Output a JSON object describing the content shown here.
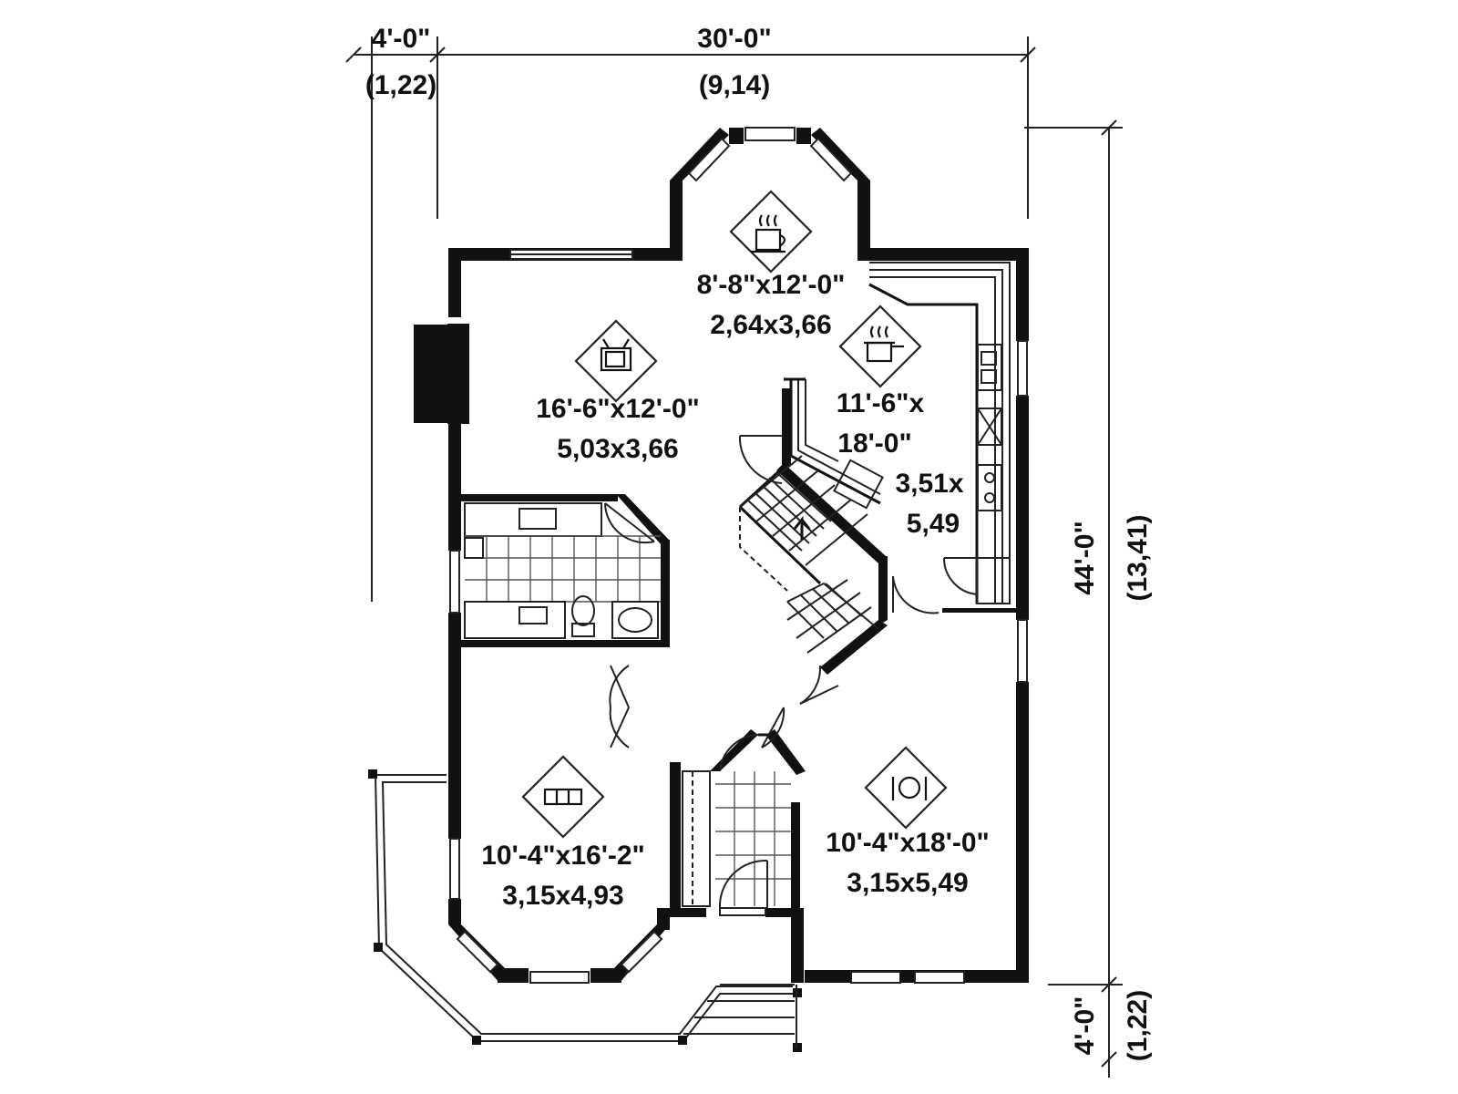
{
  "dimensions": {
    "top_left_imperial": "4'-0\"",
    "top_left_metric": "(1,22)",
    "top_main_imperial": "30'-0\"",
    "top_main_metric": "(9,14)",
    "right_main_imperial": "44'-0\"",
    "right_main_metric": "(13,41)",
    "right_bottom_imperial": "4'-0\"",
    "right_bottom_metric": "(1,22)"
  },
  "rooms": {
    "dinette": {
      "icon": "coffee-cup-icon",
      "imperial": "8'-8\"x12'-0\"",
      "metric": "2,64x3,66"
    },
    "living": {
      "icon": "television-icon",
      "imperial": "16'-6\"x12'-0\"",
      "metric": "5,03x3,66"
    },
    "kitchen": {
      "icon": "cooking-pot-icon",
      "imperial_line1": "11'-6\"x",
      "imperial_line2": "18'-0\"",
      "metric_line1": "3,51x",
      "metric_line2": "5,49"
    },
    "bedroom": {
      "icon": "bed-icon",
      "imperial": "10'-4\"x16'-2\"",
      "metric": "3,15x4,93"
    },
    "dining": {
      "icon": "plate-cutlery-icon",
      "imperial": "10'-4\"x18'-0\"",
      "metric": "3,15x5,49"
    }
  }
}
